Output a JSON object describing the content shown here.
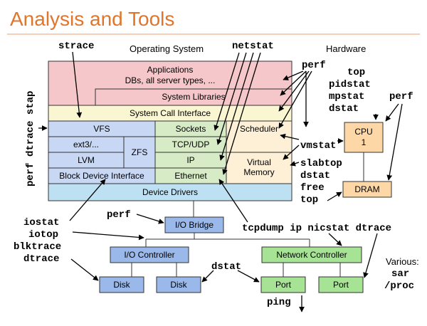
{
  "title": "Analysis and Tools",
  "colors": {
    "title": "#e0752c",
    "apps": "#f6c7ca",
    "syscall": "#fbf6d2",
    "vfs": "#c7d7f4",
    "net": "#d6ebc6",
    "sched": "#fdf0d6",
    "drivers": "#bde0f3",
    "io": "#9ab9ea",
    "netctl": "#a6e394",
    "cpu": "#fdd8a6",
    "dram": "#fdd8a6"
  },
  "labels": {
    "os": "Operating System",
    "hardware": "Hardware",
    "various": "Various:"
  },
  "boxes": {
    "applications": "Applications",
    "apps_sub": "DBs, all server types, ...",
    "system_libraries": "System Libraries",
    "syscall_interface": "System Call Interface",
    "vfs": "VFS",
    "sockets": "Sockets",
    "scheduler": "Scheduler",
    "ext3": "ext3/...",
    "zfs": "ZFS",
    "tcpudp": "TCP/UDP",
    "lvm": "LVM",
    "ip": "IP",
    "virtual_memory_1": "Virtual",
    "virtual_memory_2": "Memory",
    "block_device": "Block Device Interface",
    "ethernet": "Ethernet",
    "device_drivers": "Device Drivers",
    "io_bridge": "I/O Bridge",
    "io_controller": "I/O Controller",
    "disk1": "Disk",
    "disk2": "Disk",
    "network_controller": "Network Controller",
    "port1": "Port",
    "port2": "Port",
    "cpu": "CPU",
    "cpu_num": "1",
    "dram": "DRAM"
  },
  "tools": {
    "strace": "strace",
    "netstat": "netstat",
    "perf_top": "perf",
    "top_hw": "top",
    "pidstat": "pidstat",
    "mpstat": "mpstat",
    "dstat_hw": "dstat",
    "perf_right": "perf",
    "vmstat": "vmstat",
    "slabtop": "slabtop",
    "dstat_mem": "dstat",
    "free": "free",
    "top_mem": "top",
    "perf_left": "perf dtrace stap",
    "perf_mid": "perf",
    "iostat": "iostat",
    "iotop": "iotop",
    "blktrace": "blktrace",
    "dtrace_left": "dtrace",
    "tcpdump": "tcpdump ip nicstat dtrace",
    "dstat_bottom": "dstat",
    "ping": "ping",
    "sar": "sar",
    "proc": "/proc"
  }
}
